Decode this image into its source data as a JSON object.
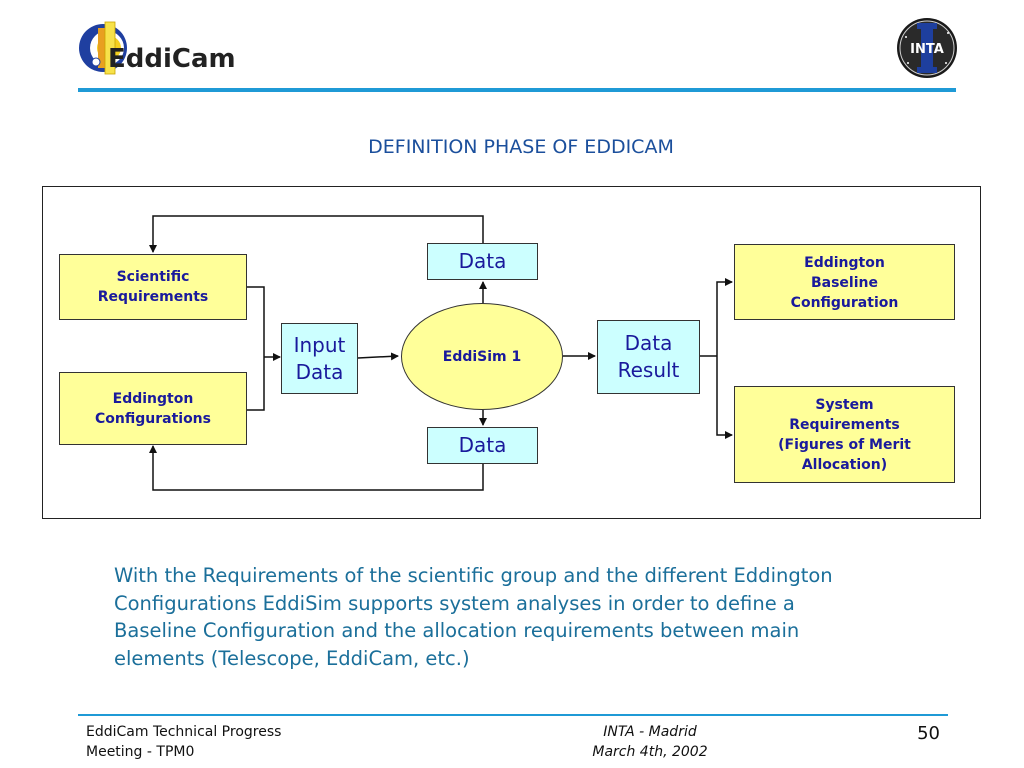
{
  "header": {
    "logo_text": "EddiCam",
    "partner_logo_text": "INTA"
  },
  "title": "DEFINITION PHASE OF EDDICAM",
  "diagram": {
    "scientific_requirements": [
      "Scientific",
      "Requirements"
    ],
    "eddington_configurations": [
      "Eddington",
      "Configurations"
    ],
    "input_data": [
      "Input",
      "Data"
    ],
    "data_top": "Data",
    "data_bottom": "Data",
    "eddisim": "EddiSim 1",
    "data_result": [
      "Data",
      "Result"
    ],
    "baseline": [
      "Eddington",
      "Baseline",
      "Configuration"
    ],
    "system_requirements": [
      "System",
      "Requirements",
      "(Figures of Merit",
      "Allocation)"
    ]
  },
  "paragraph": "With the Requirements of the scientific group and the different Eddington Configurations EddiSim supports system analyses in order to define a Baseline Configuration and the allocation requirements between main elements (Telescope, EddiCam, etc.)",
  "footer": {
    "left_line1": "EddiCam Technical Progress",
    "left_line2": "Meeting - TPM0",
    "mid_line1": "INTA - Madrid",
    "mid_line2": "March 4th, 2002",
    "page_number": "50"
  },
  "colors": {
    "accent_rule": "#1f9ad6",
    "title_text": "#1b4f9c",
    "box_yellow": "#ffff99",
    "box_cyan": "#ccffff",
    "box_text": "#1a1a9c"
  }
}
